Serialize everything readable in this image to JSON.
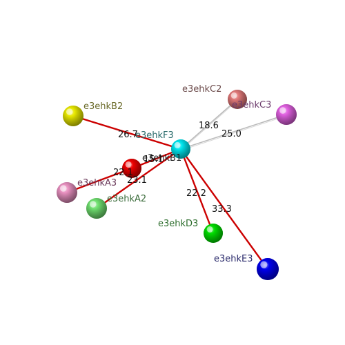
{
  "center": {
    "label": "e3ehkF3",
    "color": "#00e5ee"
  },
  "nodes": [
    {
      "id": "e3ehkB2",
      "label": "e3ehkB2",
      "color": "#e8e800",
      "label_color": "#6b6b2a"
    },
    {
      "id": "e3ehkC2",
      "label": "e3ehkC2",
      "color": "#e07878",
      "label_color": "#6b4a4a"
    },
    {
      "id": "e3ehkC3",
      "label": "e3ehkC3",
      "color": "#e060e0",
      "label_color": "#6b3a6b"
    },
    {
      "id": "e3ehkB1",
      "label": "e3ehkB1",
      "color": "#ee0000",
      "label_color": "#222222"
    },
    {
      "id": "e3ehkA3",
      "label": "e3ehkA3",
      "color": "#e890c0",
      "label_color": "#6b3a5a"
    },
    {
      "id": "e3ehkA2",
      "label": "e3ehkA2",
      "color": "#70e070",
      "label_color": "#3a6b3a"
    },
    {
      "id": "e3ehkD3",
      "label": "e3ehkD3",
      "color": "#00dd00",
      "label_color": "#2a6b2a"
    },
    {
      "id": "e3ehkE3",
      "label": "e3ehkE3",
      "color": "#0000ee",
      "label_color": "#2a2a6b"
    }
  ],
  "edges": [
    {
      "from": "e3ehkF3",
      "to": "e3ehkB2",
      "distance": "26.7",
      "color": "#cc0000"
    },
    {
      "from": "e3ehkF3",
      "to": "e3ehkC2",
      "distance": "18.6",
      "color": "#bbbbbb"
    },
    {
      "from": "e3ehkF3",
      "to": "e3ehkC3",
      "distance": "25.0",
      "color": "#bbbbbb"
    },
    {
      "from": "e3ehkF3",
      "to": "e3ehkB1",
      "distance": "15.1",
      "color": "#cc0000"
    },
    {
      "from": "e3ehkB1",
      "to": "e3ehkA3",
      "distance": "22.1",
      "color": "#cc0000"
    },
    {
      "from": "e3ehkF3",
      "to": "e3ehkA2",
      "distance": "23.1",
      "color": "#cc0000"
    },
    {
      "from": "e3ehkF3",
      "to": "e3ehkD3",
      "distance": "22.2",
      "color": "#cc0000"
    },
    {
      "from": "e3ehkF3",
      "to": "e3ehkE3",
      "distance": "33.3",
      "color": "#cc0000"
    }
  ]
}
